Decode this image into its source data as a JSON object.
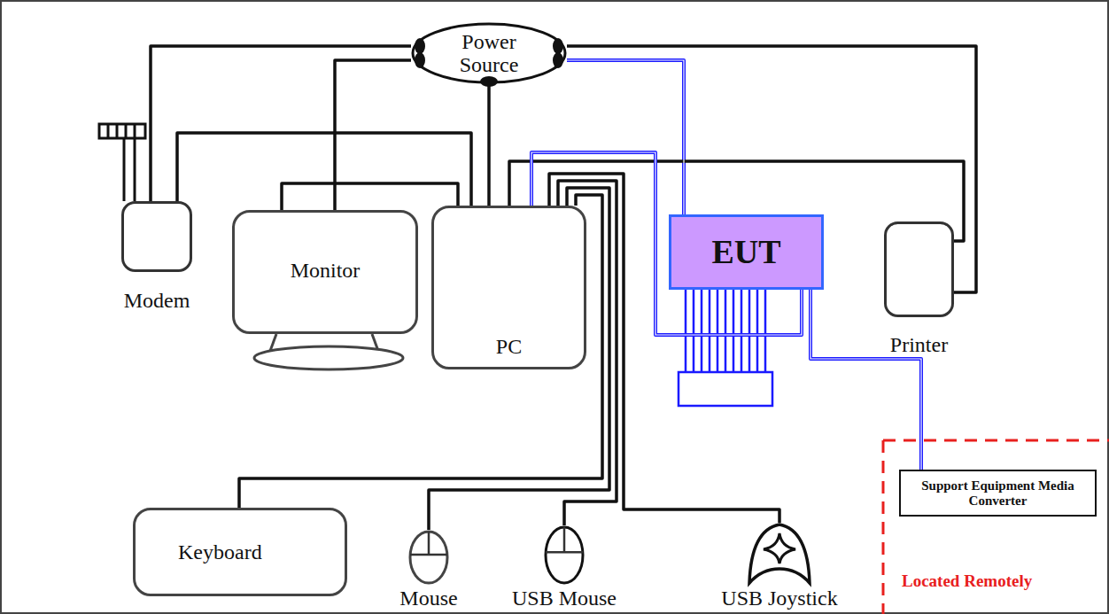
{
  "diagram": {
    "nodes": [
      {
        "text": [
          "Power Source"
        ]
      },
      {
        "text": [
          "Modem"
        ]
      },
      {
        "text": [
          "Monitor"
        ]
      },
      {
        "text": [
          "PC"
        ]
      },
      {
        "text": [
          "EUT"
        ]
      },
      {
        "text": [
          "Printer"
        ]
      },
      {
        "text": [
          "Keyboard"
        ]
      },
      {
        "text": [
          "Mouse"
        ]
      },
      {
        "text": [
          "USB Mouse"
        ]
      },
      {
        "text": [
          "USB Joystick"
        ]
      },
      {
        "text": [
          "Support Equipment Media Converter"
        ]
      }
    ],
    "edges": [
      {
        "from": 0,
        "to": 1,
        "arrow": "none"
      },
      {
        "from": 0,
        "to": 2,
        "arrow": "none"
      },
      {
        "from": 0,
        "to": 3,
        "arrow": "none"
      },
      {
        "from": 0,
        "to": 4,
        "arrow": "none"
      },
      {
        "from": 0,
        "to": 5,
        "arrow": "none"
      },
      {
        "from": 1,
        "to": 3,
        "arrow": "none"
      },
      {
        "from": 2,
        "to": 3,
        "arrow": "none"
      },
      {
        "from": 3,
        "to": 5,
        "arrow": "none"
      },
      {
        "from": 3,
        "to": 4,
        "arrow": "none"
      },
      {
        "from": 3,
        "to": 6,
        "arrow": "none"
      },
      {
        "from": 3,
        "to": 7,
        "arrow": "none"
      },
      {
        "from": 3,
        "to": 8,
        "arrow": "none"
      },
      {
        "from": 3,
        "to": 9,
        "arrow": "none"
      },
      {
        "from": 4,
        "to": 10,
        "arrow": "none"
      }
    ],
    "labels": [
      "Located Remotely"
    ]
  }
}
